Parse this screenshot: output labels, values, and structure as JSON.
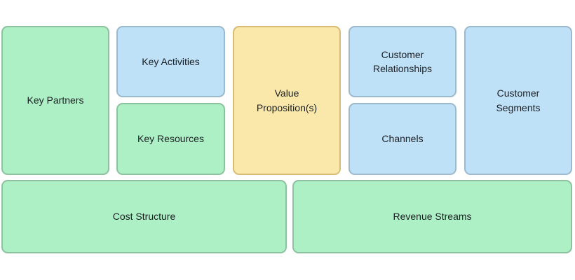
{
  "diagram": {
    "type": "business-model-canvas",
    "blocks": {
      "key_partners": {
        "label": "Key Partners",
        "color": "green"
      },
      "key_activities": {
        "label": "Key Activities",
        "color": "blue"
      },
      "key_resources": {
        "label": "Key Resources",
        "color": "green"
      },
      "value_proposition": {
        "label": "Value Proposition(s)",
        "color": "yellow"
      },
      "customer_relationships": {
        "label": "Customer Relationships",
        "color": "blue"
      },
      "channels": {
        "label": "Channels",
        "color": "blue"
      },
      "customer_segments": {
        "label": "Customer Segments",
        "color": "blue"
      },
      "cost_structure": {
        "label": "Cost Structure",
        "color": "green"
      },
      "revenue_streams": {
        "label": "Revenue Streams",
        "color": "green"
      }
    }
  },
  "colors": {
    "background": "#ffffff",
    "text": "#1b1f24",
    "green_fill": "#aef0c5",
    "green_border": "#8cc29e",
    "blue_fill": "#bee1f8",
    "blue_border": "#9cb9ce",
    "yellow_fill": "#fae8ab",
    "yellow_border": "#d8bb74"
  }
}
